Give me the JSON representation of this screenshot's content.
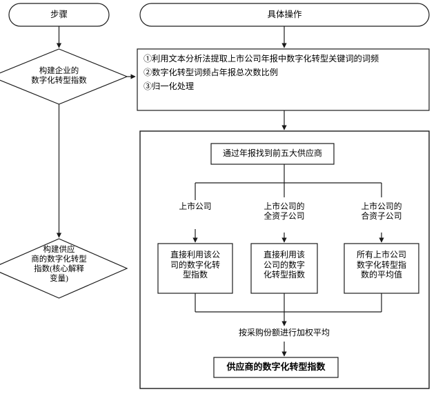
{
  "diagram": {
    "title_columns": {
      "steps_header": "步骤",
      "operations_header": "具体操作"
    },
    "steps_column": {
      "step1_diamond": "构建企业的\n数字化转型指数",
      "step2_diamond": "构建供应\n商的数字化转型\n指数(核心解释\n变量)"
    },
    "operations_column": {
      "method_box": "①利用文本分析法提取上市公司年报中数字化转型关键词的词频\n②数字化转型词频占年报总次数比例\n③归一化处理",
      "supplier_panel": {
        "source_box": "通过年报找到前五大供应商",
        "branches": [
          {
            "label": "上市公司",
            "result": "直接利用该公\n司的数字化转\n型指数"
          },
          {
            "label": "上市公司的\n全资子公司",
            "result": "直接利用该\n公司的数字\n化转型指数"
          },
          {
            "label": "上市公司的\n合资子公司",
            "result": "所有上市公司\n数字化转型指\n数的平均值"
          }
        ],
        "aggregation_note": "按采购份额进行加权平均",
        "final_box": "供应商的数字化转型指数"
      }
    },
    "colors": {
      "stroke": "#1a1a1a",
      "fill": "#ffffff",
      "text": "#000000"
    }
  }
}
